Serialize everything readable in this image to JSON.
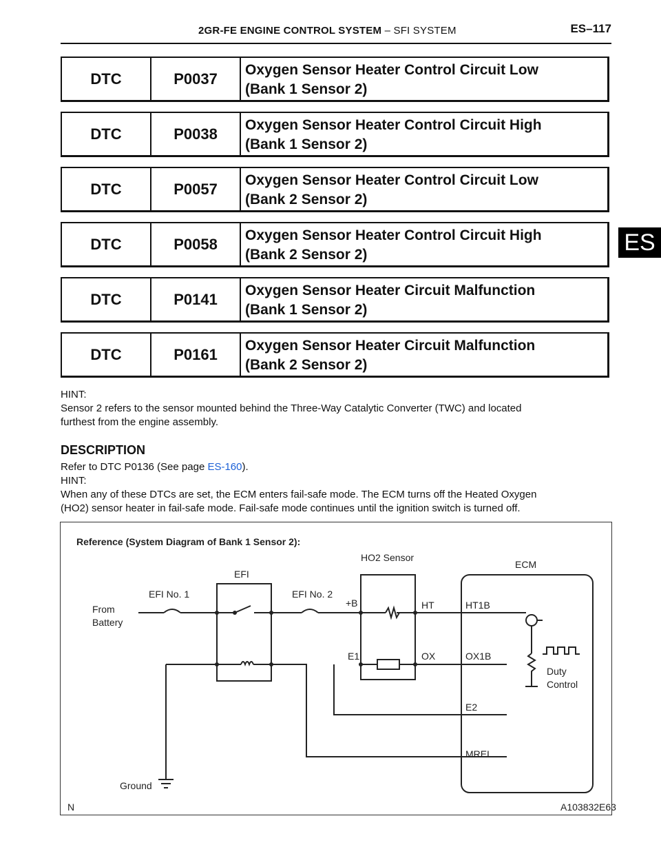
{
  "header": {
    "title": "2GR-FE ENGINE CONTROL SYSTEM",
    "separator": "–",
    "subtitle": "SFI SYSTEM",
    "page": "ES–117"
  },
  "side_tab": "ES",
  "dtc_rows": [
    {
      "dtc": "DTC",
      "code": "P0037",
      "line1": "Oxygen Sensor Heater Control Circuit Low",
      "line2": "(Bank 1 Sensor 2)"
    },
    {
      "dtc": "DTC",
      "code": "P0038",
      "line1": "Oxygen Sensor Heater Control Circuit High",
      "line2": "(Bank 1 Sensor 2)"
    },
    {
      "dtc": "DTC",
      "code": "P0057",
      "line1": "Oxygen Sensor Heater Control Circuit Low",
      "line2": "(Bank 2 Sensor 2)"
    },
    {
      "dtc": "DTC",
      "code": "P0058",
      "line1": "Oxygen Sensor Heater Control Circuit High",
      "line2": "(Bank 2 Sensor 2)"
    },
    {
      "dtc": "DTC",
      "code": "P0141",
      "line1": "Oxygen Sensor Heater Circuit Malfunction",
      "line2": "(Bank 1 Sensor 2)"
    },
    {
      "dtc": "DTC",
      "code": "P0161",
      "line1": "Oxygen Sensor Heater Circuit Malfunction",
      "line2": "(Bank 2 Sensor 2)"
    }
  ],
  "hint1": {
    "label": "HINT:",
    "line1": "Sensor 2 refers to the sensor mounted behind the Three-Way Catalytic Converter (TWC) and located",
    "line2": "furthest from the engine assembly."
  },
  "description": {
    "heading": "DESCRIPTION",
    "refer_prefix": "Refer to DTC P0136 (See page ",
    "refer_link": "ES-160",
    "refer_suffix": ").",
    "hint_label": "HINT:",
    "line1": "When any of these DTCs are set, the ECM enters fail-safe mode. The ECM turns off the Heated Oxygen",
    "line2": "(HO2) sensor heater in fail-safe mode. Fail-safe mode continues until the ignition switch is turned off."
  },
  "diagram": {
    "title": "Reference (System Diagram of Bank 1 Sensor 2):",
    "ho2_sensor": "HO2 Sensor",
    "ecm": "ECM",
    "efi": "EFI",
    "efi_no1": "EFI No. 1",
    "efi_no2": "EFI No. 2",
    "from": "From",
    "battery": "Battery",
    "plus_b": "+B",
    "ht": "HT",
    "ht1b": "HT1B",
    "e1": "E1",
    "ox": "OX",
    "ox1b": "OX1B",
    "duty1": "Duty",
    "duty2": "Control",
    "e2": "E2",
    "mrel": "MREL",
    "ground": "Ground",
    "corner": "N",
    "fig_id": "A103832E63"
  }
}
